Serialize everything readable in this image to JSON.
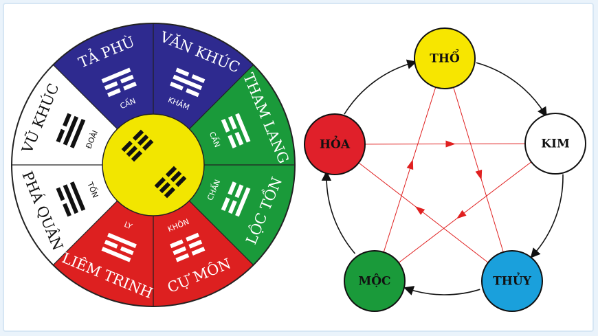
{
  "wheel": {
    "sectors": [
      {
        "star": "TẢ PHÙ",
        "trigram": "CẤN",
        "color": "#2e2a8f",
        "text_color": "#ffffff"
      },
      {
        "star": "VĂN KHÚC",
        "trigram": "KHẢM",
        "color": "#2e2a8f",
        "text_color": "#ffffff"
      },
      {
        "star": "THAM LANG",
        "trigram": "CẤN",
        "color": "#1a9a3a",
        "text_color": "#ffffff"
      },
      {
        "star": "LỘC TỒN",
        "trigram": "CHẤN",
        "color": "#1a9a3a",
        "text_color": "#ffffff"
      },
      {
        "star": "CỰ MÔN",
        "trigram": "KHÔN",
        "color": "#dd2020",
        "text_color": "#ffffff"
      },
      {
        "star": "LIÊM TRINH",
        "trigram": "LY",
        "color": "#dd2020",
        "text_color": "#ffffff"
      },
      {
        "star": "PHÁ QUÂN",
        "trigram": "TỐN",
        "color": "#ffffff",
        "text_color": "#111111"
      },
      {
        "star": "VŨ KHÚC",
        "trigram": "ĐOÀI",
        "color": "#ffffff",
        "text_color": "#111111"
      }
    ],
    "center_color": "#f2e600"
  },
  "elements": {
    "tho": {
      "label": "THỔ",
      "color": "#f7e600",
      "text_color": "#111111"
    },
    "kim": {
      "label": "KIM",
      "color": "#ffffff",
      "text_color": "#111111"
    },
    "thuy": {
      "label": "THỦY",
      "color": "#1aa0dc",
      "text_color": "#111111"
    },
    "moc": {
      "label": "MỘC",
      "color": "#1a9a3a",
      "text_color": "#111111"
    },
    "hoa": {
      "label": "HỎA",
      "color": "#e0202a",
      "text_color": "#111111"
    }
  },
  "colors": {
    "generating_arrow": "#111111",
    "controlling_arrow": "#e02020"
  }
}
